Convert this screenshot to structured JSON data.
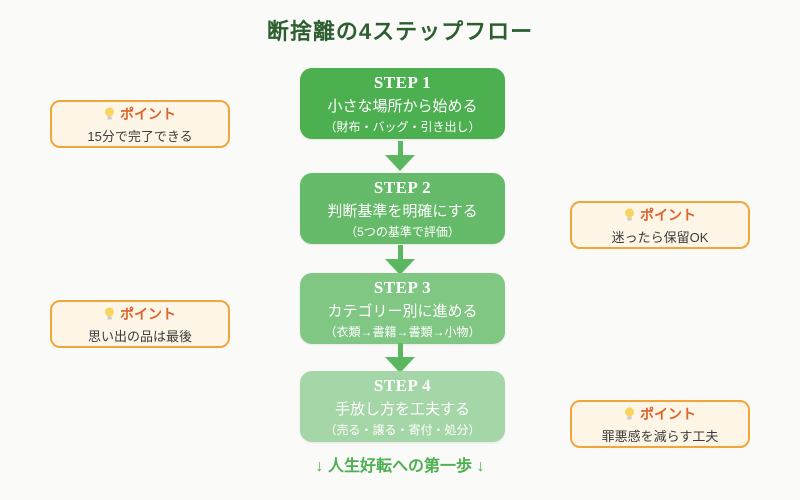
{
  "header": {
    "title": "断捨離の4ステップフロー"
  },
  "steps": [
    {
      "label": "STEP 1",
      "title": "小さな場所から始める",
      "note": "（財布・バッグ・引き出し）",
      "color": "#4caf50"
    },
    {
      "label": "STEP 2",
      "title": "判断基準を明確にする",
      "note": "（5つの基準で評価）",
      "color": "#66bb6a"
    },
    {
      "label": "STEP 3",
      "title": "カテゴリー別に進める",
      "note": "（衣類→書籍→書類→小物）",
      "color": "#81c784"
    },
    {
      "label": "STEP 4",
      "title": "手放し方を工夫する",
      "note": "（売る・譲る・寄付・処分）",
      "color": "#a5d6a7"
    }
  ],
  "points": [
    {
      "label": "ポイント",
      "text": "15分で完了できる"
    },
    {
      "label": "ポイント",
      "text": "迷ったら保留OK"
    },
    {
      "label": "ポイント",
      "text": "思い出の品は最後"
    },
    {
      "label": "ポイント",
      "text": "罪悪感を減らす工夫"
    }
  ],
  "footer": {
    "text": "↓ 人生好転への第一歩 ↓"
  },
  "colors": {
    "background": "#fafaf8",
    "title_text": "#2d5e2f",
    "arrow": "#5cb860",
    "footer_text": "#4caf50",
    "point_border": "#f0a63c",
    "point_background": "#fdf5e5",
    "point_label": "#e0622b",
    "point_text": "#3c3c3c",
    "step_text": "#ffffff"
  }
}
